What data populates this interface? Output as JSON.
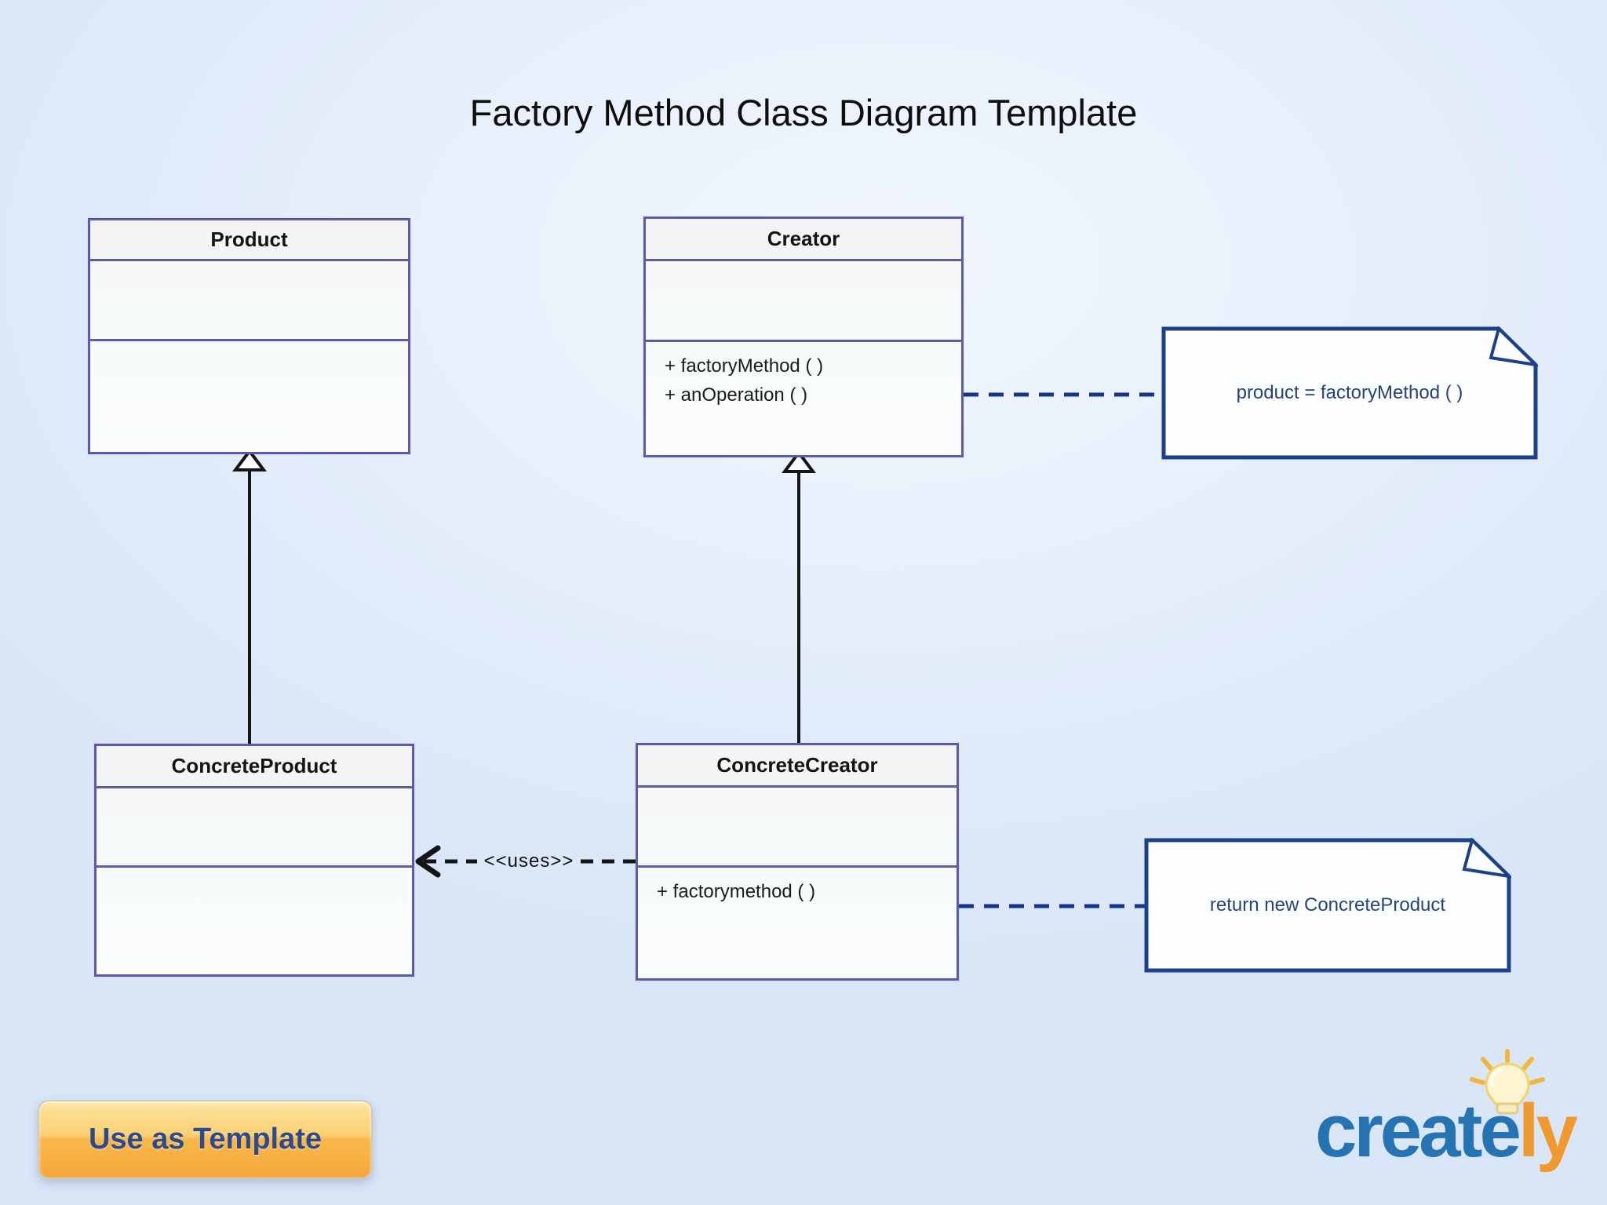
{
  "page": {
    "title": "Factory Method Class Diagram Template"
  },
  "classes": [
    {
      "name": "Product",
      "methods": []
    },
    {
      "name": "Creator",
      "methods": [
        "+ factoryMethod ( )",
        "+ anOperation ( )"
      ]
    },
    {
      "name": "ConcreteProduct",
      "methods": []
    },
    {
      "name": "ConcreteCreator",
      "methods": [
        "+ factorymethod ( )"
      ]
    }
  ],
  "notes": [
    {
      "text": "product = factoryMethod ( )"
    },
    {
      "text": "return new ConcreteProduct"
    }
  ],
  "connectors": {
    "uses_label": "<<uses>>",
    "generalization_color": "#151515",
    "note_link_color": "#16348c"
  },
  "cta": {
    "label": "Use as Template"
  },
  "logo": {
    "part1": "create",
    "part2": "ly",
    "bulb": "lightbulb-icon"
  },
  "colors": {
    "class_border": "#5b5ba8",
    "note_border": "#1a4189",
    "note_text": "#24427f",
    "button_text": "#2d4a8a",
    "logo_blue": "#2673b4",
    "logo_orange": "#f0992e",
    "background": "#e6effb"
  }
}
